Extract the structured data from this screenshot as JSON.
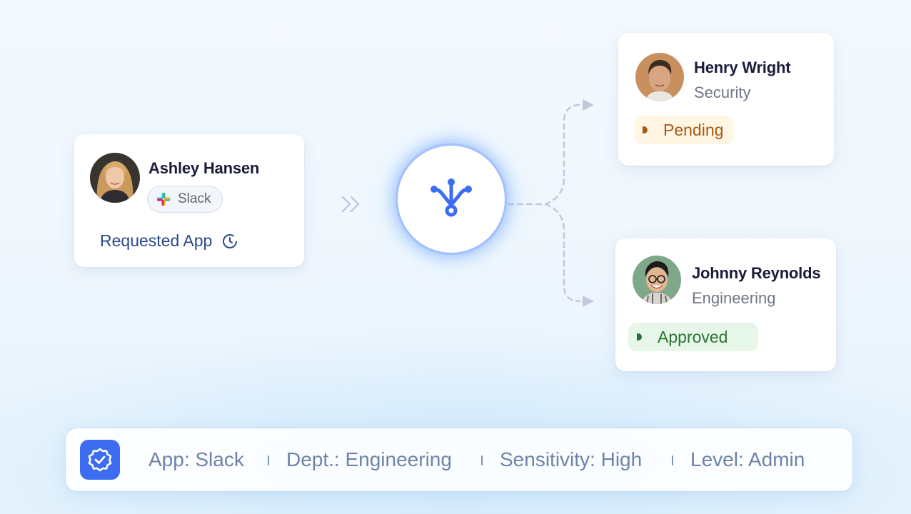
{
  "requester": {
    "name": "Ashley Hansen",
    "app": "Slack",
    "status_text": "Requested App"
  },
  "approvers": [
    {
      "name": "Henry Wright",
      "department": "Security",
      "status": "Pending"
    },
    {
      "name": "Johnny Reynolds",
      "department": "Engineering",
      "status": "Approved"
    }
  ],
  "footer": {
    "app": "App: Slack",
    "dept": "Dept.: Engineering",
    "sensitivity": "Sensitivity: High",
    "level": "Level: Admin"
  },
  "colors": {
    "accent": "#3c6cf0",
    "pending": "#a55a10",
    "approved": "#2e7233"
  },
  "icons": {
    "hub": "workflow-nodes-icon",
    "footer_badge": "verified-badge-icon",
    "status": "clock-icon"
  }
}
